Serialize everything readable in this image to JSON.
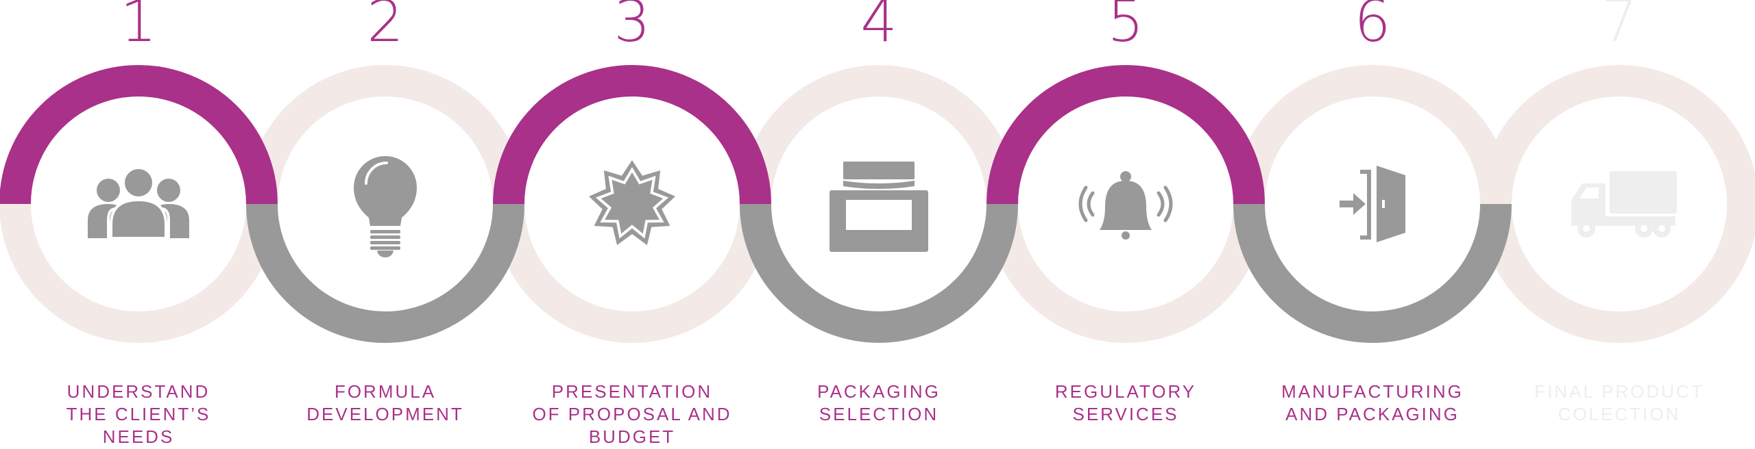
{
  "colors": {
    "accent": "#a93189",
    "gray": "#999999",
    "pale": "#f3e9e7",
    "faded_text": "#eeeeee",
    "icon": "#999999",
    "faded_icon": "#eeeeee"
  },
  "steps": [
    {
      "number": "1",
      "label_lines": [
        "UNDERSTAND",
        "THE CLIENT’S",
        "NEEDS"
      ],
      "icon": "people-icon",
      "top_arc": "accent",
      "bottom_arc": "pale",
      "active": true
    },
    {
      "number": "2",
      "label_lines": [
        "FORMULA",
        "DEVELOPMENT"
      ],
      "icon": "lightbulb-icon",
      "top_arc": "pale",
      "bottom_arc": "gray",
      "active": true
    },
    {
      "number": "3",
      "label_lines": [
        "PRESENTATION",
        "OF PROPOSAL AND",
        "BUDGET"
      ],
      "icon": "badge-star-icon",
      "top_arc": "accent",
      "bottom_arc": "pale",
      "active": true
    },
    {
      "number": "4",
      "label_lines": [
        "PACKAGING",
        "SELECTION"
      ],
      "icon": "package-icon",
      "top_arc": "pale",
      "bottom_arc": "gray",
      "active": true
    },
    {
      "number": "5",
      "label_lines": [
        "REGULATORY",
        "SERVICES"
      ],
      "icon": "bell-icon",
      "top_arc": "accent",
      "bottom_arc": "pale",
      "active": true
    },
    {
      "number": "6",
      "label_lines": [
        "MANUFACTURING",
        "AND PACKAGING"
      ],
      "icon": "door-enter-icon",
      "top_arc": "pale",
      "bottom_arc": "gray",
      "active": true
    },
    {
      "number": "7",
      "label_lines": [
        "FINAL PRODUCT",
        "COLECTION"
      ],
      "icon": "truck-icon",
      "top_arc": "pale",
      "bottom_arc": "pale",
      "active": false
    }
  ]
}
